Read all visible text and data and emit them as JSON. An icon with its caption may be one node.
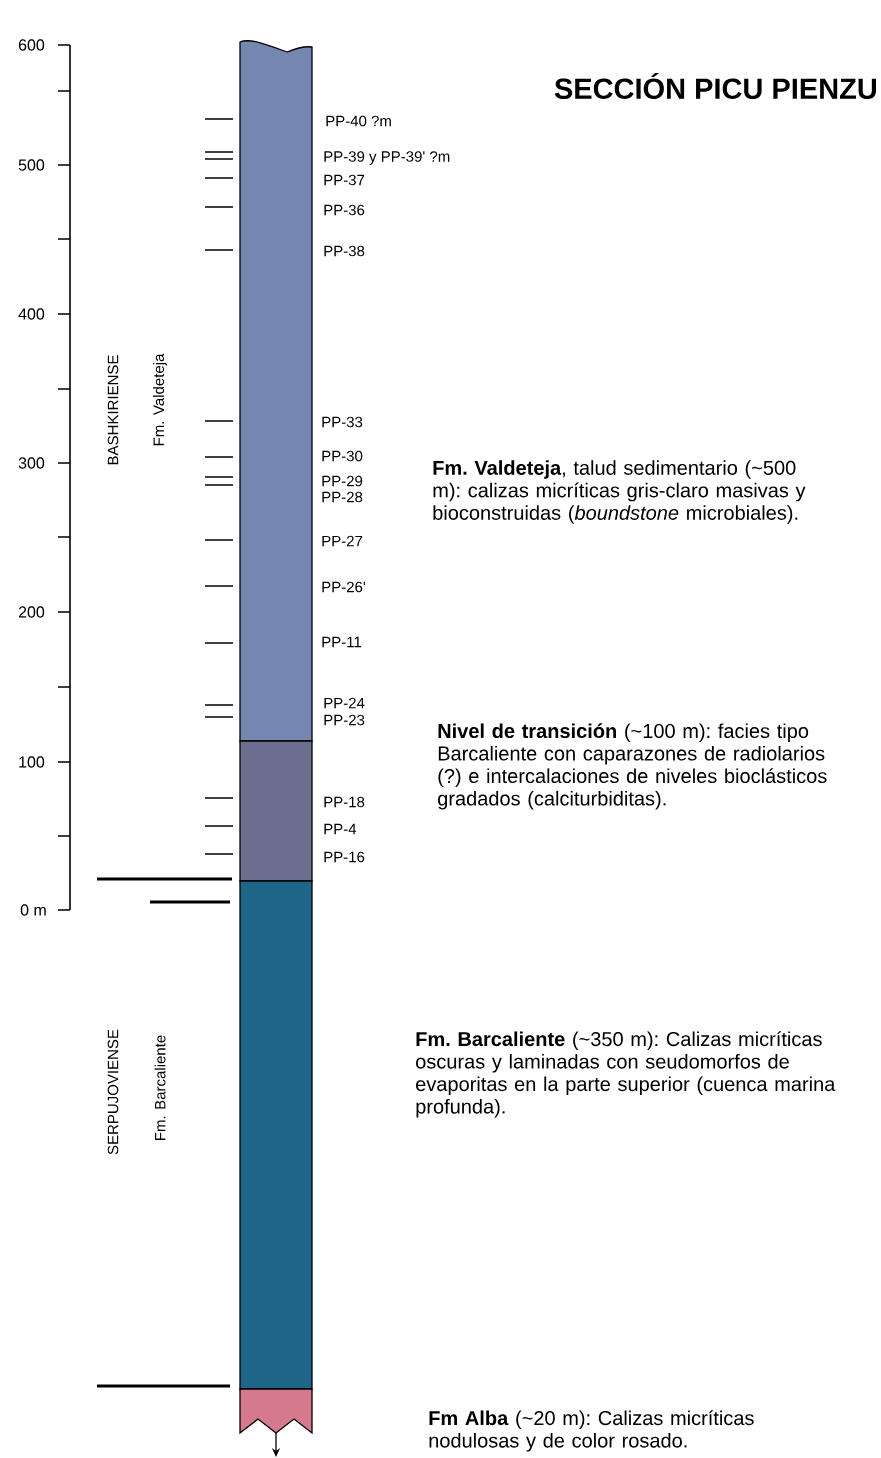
{
  "diagram": {
    "title": "SECCIÓN PICU PIENZU",
    "nodes": [
      {
        "text": [],
        "shape": "bar"
      },
      {
        "text": [],
        "shape": "bar"
      },
      {
        "text": [],
        "shape": "bar"
      },
      {
        "text": [],
        "shape": "bar"
      }
    ],
    "labels": [
      "600",
      "500",
      "400",
      "300",
      "200",
      "100",
      "0 m",
      "BASHKIRIENSE",
      "Fm. Valdeteja",
      "SERPUJOVIENSE",
      "Fm. Barcaliente",
      "PP-40 ?m",
      "PP-39 y PP-39' ?m",
      "PP-37",
      "PP-36",
      "PP-38",
      "PP-33",
      "PP-30",
      "PP-29",
      "PP-28",
      "PP-27",
      "PP-26'",
      "PP-11",
      "PP-24",
      "PP-23",
      "PP-18",
      "PP-4",
      "PP-16",
      "**Fm. Valdeteja**, talud sedimentario (~500 m): calizas micríticas gris-claro masivas y bioconstruidas (*boundstone* microbiales).",
      "**Nivel de transición** (~100 m): facies tipo Barcaliente con caparazones de radiolarios (?) e intercalaciones de niveles bioclásticos gradados (calciturbiditas).",
      "**Fm. Barcaliente** (~350 m): Calizas micríticas oscuras y laminadas con seudomorfos de evaporitas en la parte superior (cuenca marina profunda).",
      "**Fm Alba** (~20 m): Calizas micríticas nodulosas y de color rosado."
    ]
  }
}
